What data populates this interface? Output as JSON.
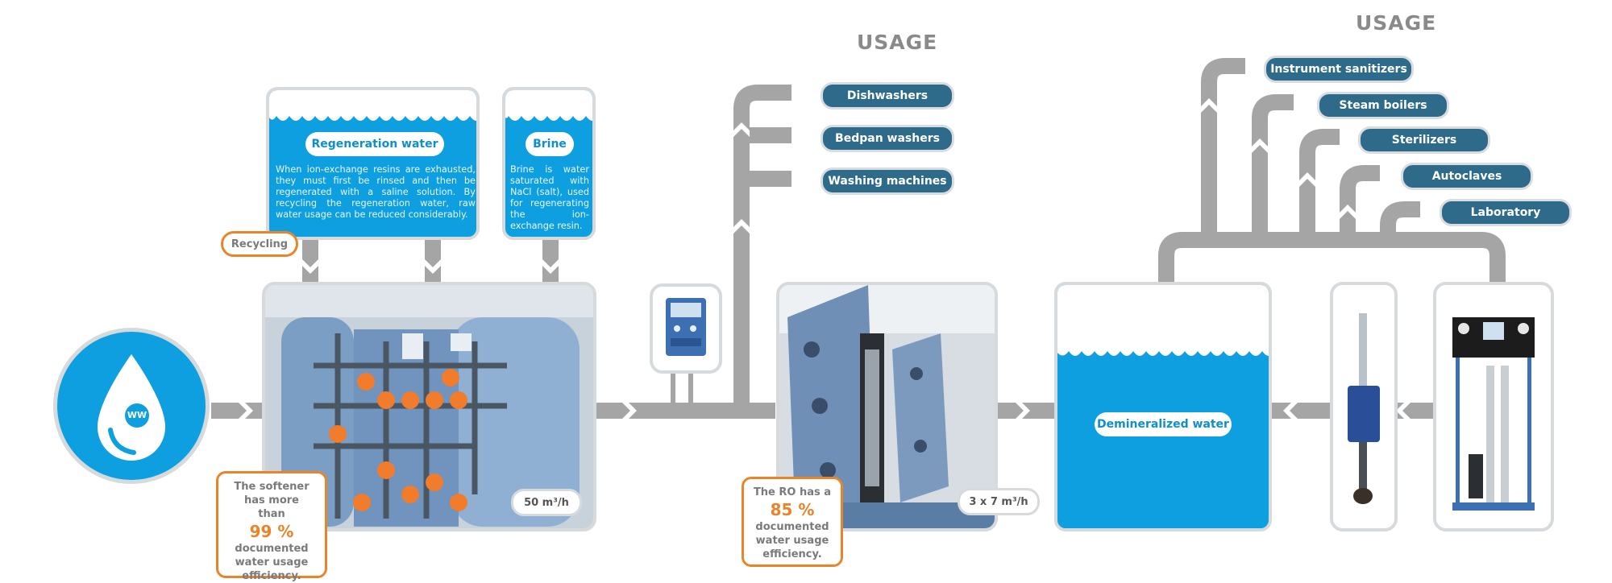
{
  "usage_titles": [
    "USAGE",
    "USAGE"
  ],
  "usage_group1": [
    "Dishwashers",
    "Bedpan washers",
    "Washing machines"
  ],
  "usage_group2": [
    "Instrument sanitizers",
    "Steam boilers",
    "Sterilizers",
    "Autoclaves",
    "Laboratory"
  ],
  "ww_badge": "WW",
  "regeneration": {
    "title": "Regeneration water",
    "text": "When ion-exchange resins are exhausted, they must first be rinsed and then be regenerated with a saline solution. By recycling the regeneration water, raw water usage can be reduced considerably."
  },
  "brine": {
    "title": "Brine",
    "text": "Brine is water saturated with NaCl (salt), used for regenerating the ion-exchange resin."
  },
  "recycling_label": "Recycling",
  "softener": {
    "capacity": "50 m³/h",
    "line1": "The softener has more than",
    "percent": "99 %",
    "line2": "documented water usage efficiency."
  },
  "ro": {
    "capacity": "3 x 7 m³/h",
    "line1": "The RO has a",
    "percent": "85 %",
    "line2": "documented water usage efficiency."
  },
  "demineralized_label": "Demineralized water",
  "colors": {
    "pipe": "#a5a5a5",
    "blue": "#0d9fe0",
    "pill_dark": "#2e6a8a",
    "orange": "#e8852a",
    "border": "#d6dadd"
  },
  "icons": [
    "water-drop-icon"
  ]
}
